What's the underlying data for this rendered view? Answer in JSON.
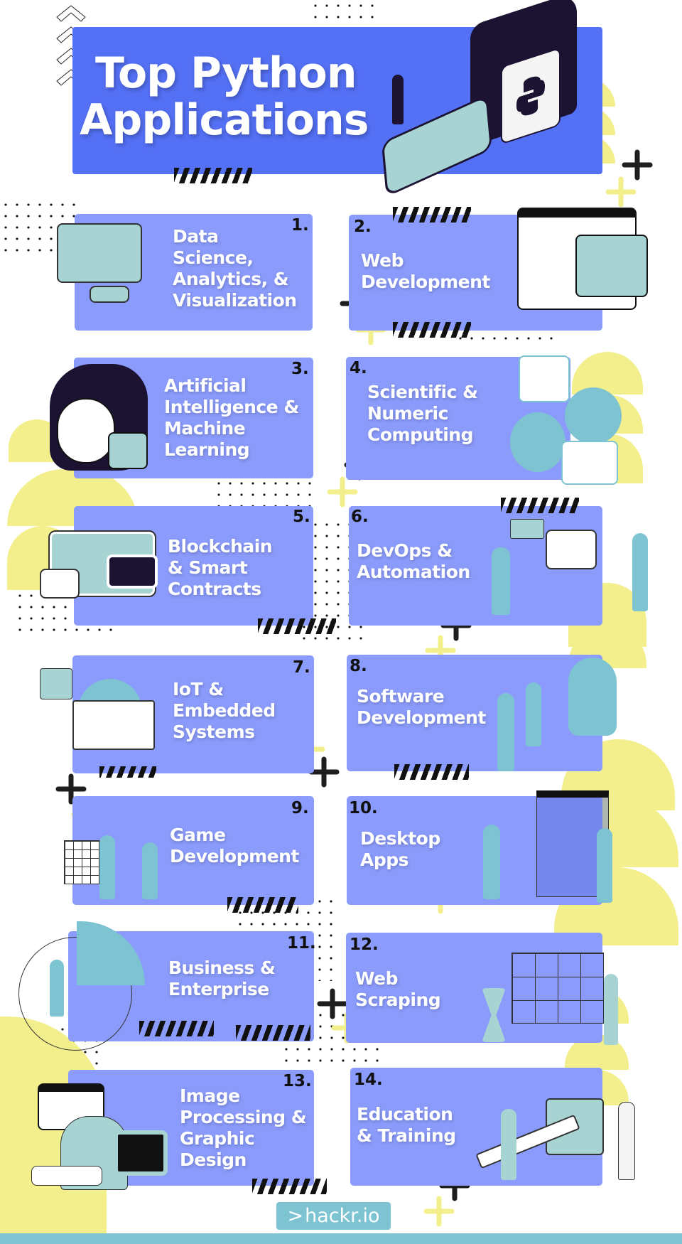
{
  "header": {
    "title_line1": "Top Python",
    "title_line2": "Applications"
  },
  "colors": {
    "header_bg": "#5470f5",
    "card_bg": "#8b9bfb",
    "accent_yellow": "#f2ef8c",
    "accent_teal": "#7dc3d2",
    "text_dark": "#111111",
    "text_light": "#ffffff"
  },
  "cards": [
    {
      "number": "1.",
      "lines": [
        "Data",
        "Science,",
        "Analytics, &",
        "Visualization"
      ]
    },
    {
      "number": "2.",
      "lines": [
        "Web",
        "Development"
      ]
    },
    {
      "number": "3.",
      "lines": [
        "Artificial",
        "Intelligence &",
        "Machine",
        "Learning"
      ]
    },
    {
      "number": "4.",
      "lines": [
        "Scientific &",
        "Numeric",
        "Computing"
      ]
    },
    {
      "number": "5.",
      "lines": [
        "Blockchain",
        "& Smart",
        "Contracts"
      ]
    },
    {
      "number": "6.",
      "lines": [
        "DevOps &",
        "Automation"
      ]
    },
    {
      "number": "7.",
      "lines": [
        "IoT &",
        "Embedded",
        "Systems"
      ]
    },
    {
      "number": "8.",
      "lines": [
        "Software",
        "Development"
      ]
    },
    {
      "number": "9.",
      "lines": [
        "Game",
        "Development"
      ]
    },
    {
      "number": "10.",
      "lines": [
        "Desktop",
        "Apps"
      ]
    },
    {
      "number": "11.",
      "lines": [
        "Business &",
        "Enterprise"
      ]
    },
    {
      "number": "12.",
      "lines": [
        "Web",
        "Scraping"
      ]
    },
    {
      "number": "13.",
      "lines": [
        "Image",
        "Processing &",
        "Graphic",
        "Design"
      ]
    },
    {
      "number": "14.",
      "lines": [
        "Education",
        "& Training"
      ]
    }
  ],
  "logo": {
    "prompt": ">",
    "text": "hackr.io"
  }
}
